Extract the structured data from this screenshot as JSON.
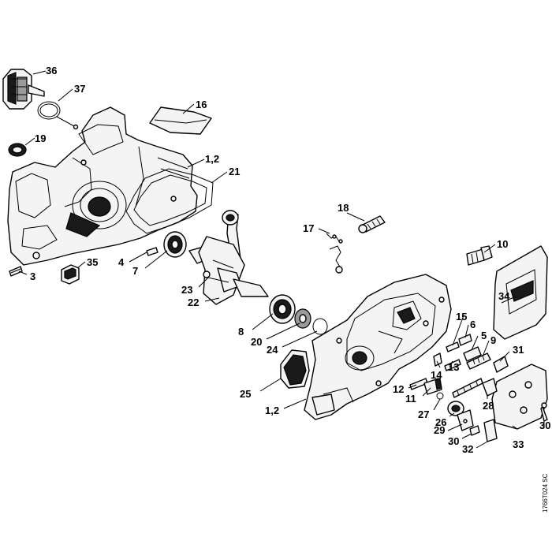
{
  "callouts": {
    "c36": "36",
    "c37": "37",
    "c16": "16",
    "c19": "19",
    "c1_2_top": "1,2",
    "c21": "21",
    "c18": "18",
    "c17": "17",
    "c10": "10",
    "c4": "4",
    "c35": "35",
    "c7": "7",
    "c3": "3",
    "c23": "23",
    "c22": "22",
    "c34": "34",
    "c15": "15",
    "c6": "6",
    "c5": "5",
    "c9": "9",
    "c8": "8",
    "c20": "20",
    "c24": "24",
    "c31": "31",
    "c13": "13",
    "c14": "14",
    "c25": "25",
    "c12": "12",
    "c11": "11",
    "c28": "28",
    "c27": "27",
    "c26": "26",
    "c1_2_bottom": "1,2",
    "c29": "29",
    "c30_left": "30",
    "c30_right": "30",
    "c32": "32",
    "c33": "33"
  },
  "drawing_code": "1766T024 SC"
}
